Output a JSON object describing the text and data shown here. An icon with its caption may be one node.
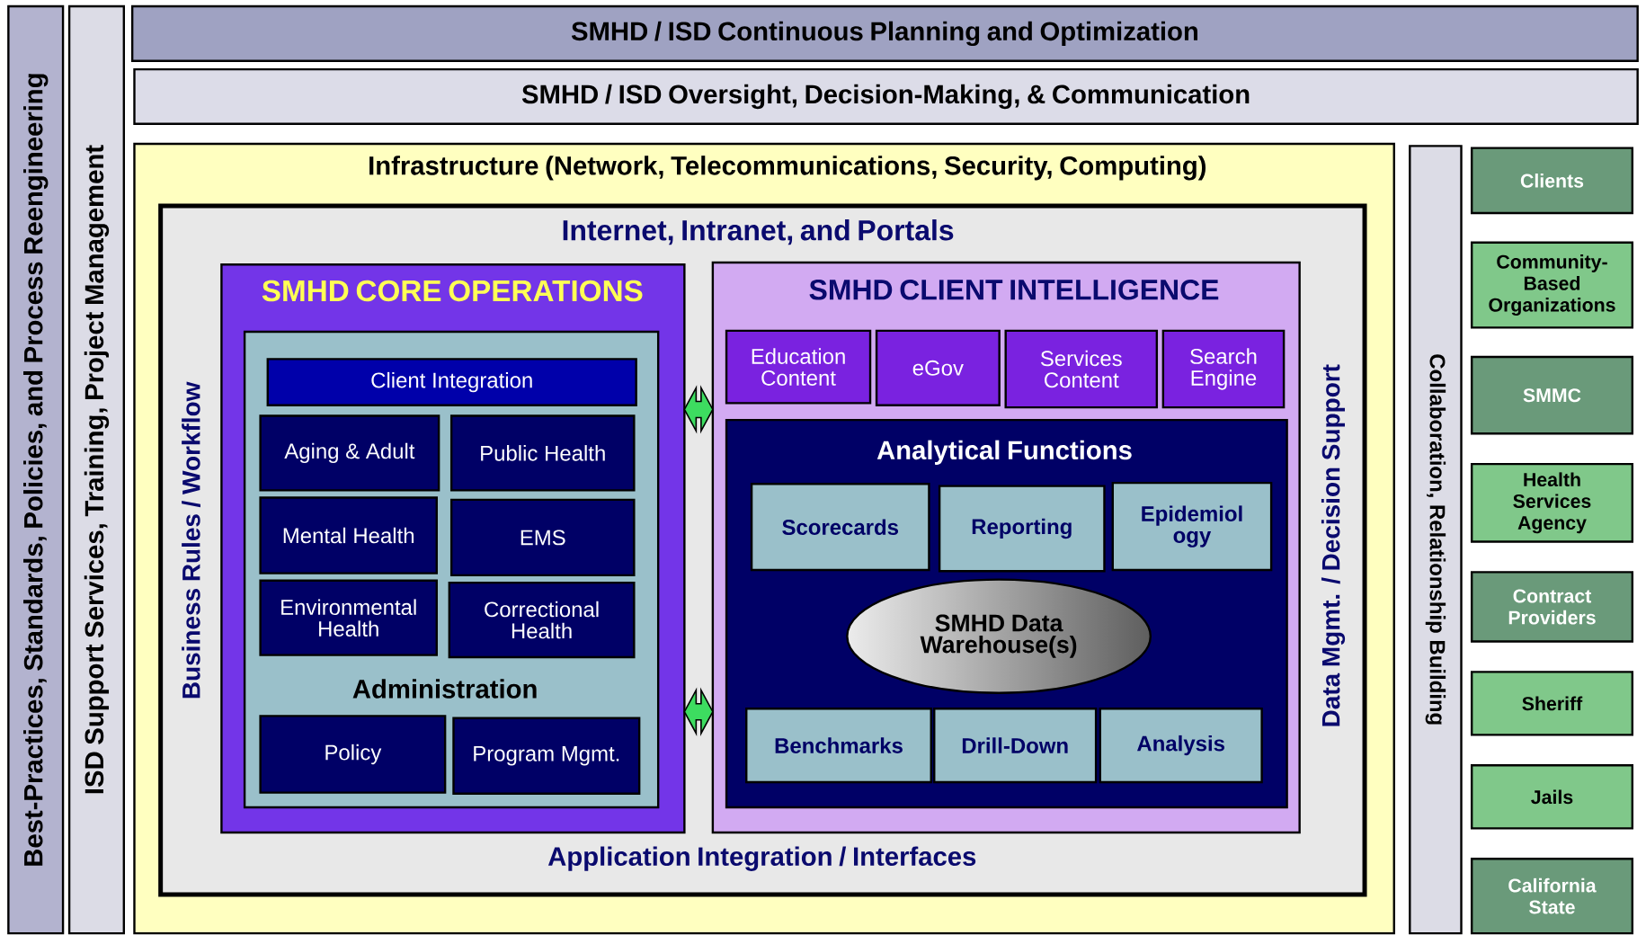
{
  "diagram": {
    "nodes": [
      {
        "text": [
          "Best-Practices, Standards, Policies, and Process Reengineering"
        ]
      },
      {
        "text": [
          "ISD Support Services, Training, Project Management"
        ]
      },
      {
        "text": [
          "SMHD / ISD Continuous Planning and Optimization"
        ]
      },
      {
        "text": [
          "SMHD / ISD Oversight, Decision-Making, & Communication"
        ]
      },
      {
        "text": [
          "Infrastructure (Network, Telecommunications, Security, Computing)"
        ]
      },
      {
        "text": [
          "Internet, Intranet, and Portals",
          "Business Rules / Workflow",
          "Data Mgmt. / Decision Support",
          "Application Integration / Interfaces"
        ],
        "in": 4
      },
      {
        "text": [
          "SMHD CORE OPERATIONS"
        ],
        "in": 5
      },
      {
        "text": [
          "Administration"
        ],
        "in": 6
      },
      {
        "text": [
          "Client Integration"
        ],
        "in": 7
      },
      {
        "text": [
          "Aging & Adult"
        ],
        "in": 7
      },
      {
        "text": [
          "Public Health"
        ],
        "in": 7
      },
      {
        "text": [
          "Mental Health"
        ],
        "in": 7
      },
      {
        "text": [
          "EMS"
        ],
        "in": 7
      },
      {
        "text": [
          "Environmental Health"
        ],
        "in": 7
      },
      {
        "text": [
          "Correctional Health"
        ],
        "in": 7
      },
      {
        "text": [
          "Policy"
        ],
        "in": 7
      },
      {
        "text": [
          "Program Mgmt."
        ],
        "in": 7
      },
      {
        "text": [
          "SMHD CLIENT INTELLIGENCE"
        ],
        "in": 5
      },
      {
        "text": [
          "Education Content"
        ],
        "in": 17
      },
      {
        "text": [
          "eGov"
        ],
        "in": 17
      },
      {
        "text": [
          "Services Content"
        ],
        "in": 17
      },
      {
        "text": [
          "Search Engine"
        ],
        "in": 17
      },
      {
        "text": [
          "Analytical Functions"
        ],
        "in": 17
      },
      {
        "text": [
          "Scorecards"
        ],
        "in": 22
      },
      {
        "text": [
          "Reporting"
        ],
        "in": 22
      },
      {
        "text": [
          "Epidemiol ogy"
        ],
        "in": 22
      },
      {
        "text": [
          "SMHD Data Warehouse(s)"
        ],
        "in": 22
      },
      {
        "text": [
          "Benchmarks"
        ],
        "in": 22
      },
      {
        "text": [
          "Drill-Down"
        ],
        "in": 22
      },
      {
        "text": [
          "Analysis"
        ],
        "in": 22
      },
      {
        "text": [
          "Collaboration, Relationship Building"
        ]
      },
      {
        "text": [
          "Clients"
        ]
      },
      {
        "text": [
          "Community-Based Organizations"
        ]
      },
      {
        "text": [
          "SMMC"
        ]
      },
      {
        "text": [
          "Health Services Agency"
        ]
      },
      {
        "text": [
          "Contract Providers"
        ]
      },
      {
        "text": [
          "Sheriff"
        ]
      },
      {
        "text": [
          "Jails"
        ]
      },
      {
        "text": [
          "California State"
        ]
      }
    ],
    "edges": [
      {
        "from": 6,
        "to": 17,
        "arrow": "both"
      },
      {
        "from": 6,
        "to": 17,
        "arrow": "both"
      }
    ]
  }
}
